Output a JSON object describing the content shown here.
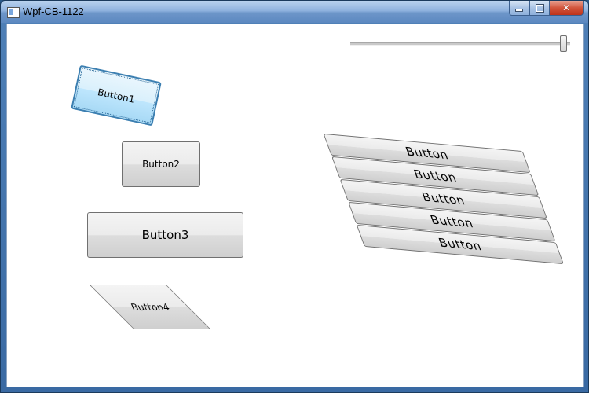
{
  "window": {
    "title": "Wpf-CB-1122",
    "caption_buttons": [
      "minimize",
      "maximize",
      "close"
    ]
  },
  "slider": {
    "value_fraction": 1.0
  },
  "buttons": {
    "b1": "Button1",
    "b2": "Button2",
    "b3": "Button3",
    "b4": "Button4"
  },
  "stacked_buttons": [
    "Button",
    "Button",
    "Button",
    "Button",
    "Button"
  ],
  "colors": {
    "focused_button_fill": "#bee6fd",
    "focused_button_border": "#3c7fb1",
    "button_border": "#707070"
  }
}
